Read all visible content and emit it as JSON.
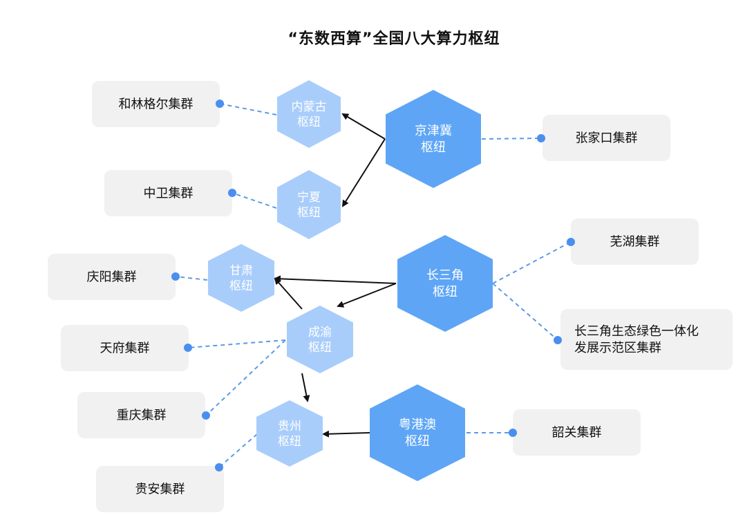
{
  "title": "“东数西算”全国八大算力枢纽",
  "colors": {
    "hub_primary": "#5ea5f6",
    "hub_secondary": "#a9cdfb",
    "cluster_bg": "#f1f1f1",
    "connector": "#4a8ff0",
    "arrow": "#111111"
  },
  "hubs": {
    "neimenggu": [
      "内蒙古",
      "枢纽"
    ],
    "jingjinji": [
      "京津冀",
      "枢纽"
    ],
    "ningxia": [
      "宁夏",
      "枢纽"
    ],
    "gansu": [
      "甘肃",
      "枢纽"
    ],
    "changsanjiao": [
      "长三角",
      "枢纽"
    ],
    "chengyu": [
      "成渝",
      "枢纽"
    ],
    "guizhou": [
      "贵州",
      "枢纽"
    ],
    "yuegangao": [
      "粤港澳",
      "枢纽"
    ]
  },
  "clusters": {
    "helingeer": [
      "和林格尔集群"
    ],
    "zhangjiakou": [
      "张家口集群"
    ],
    "zhongwei": [
      "中卫集群"
    ],
    "wuhu": [
      "芜湖集群"
    ],
    "qingyang": [
      "庆阳集群"
    ],
    "changsanjiao_demo": [
      "长三角生态绿色一体化",
      "发展示范区集群"
    ],
    "tianfu": [
      "天府集群"
    ],
    "chongqing": [
      "重庆集群"
    ],
    "shaoguan": [
      "韶关集群"
    ],
    "guian": [
      "贵安集群"
    ]
  }
}
